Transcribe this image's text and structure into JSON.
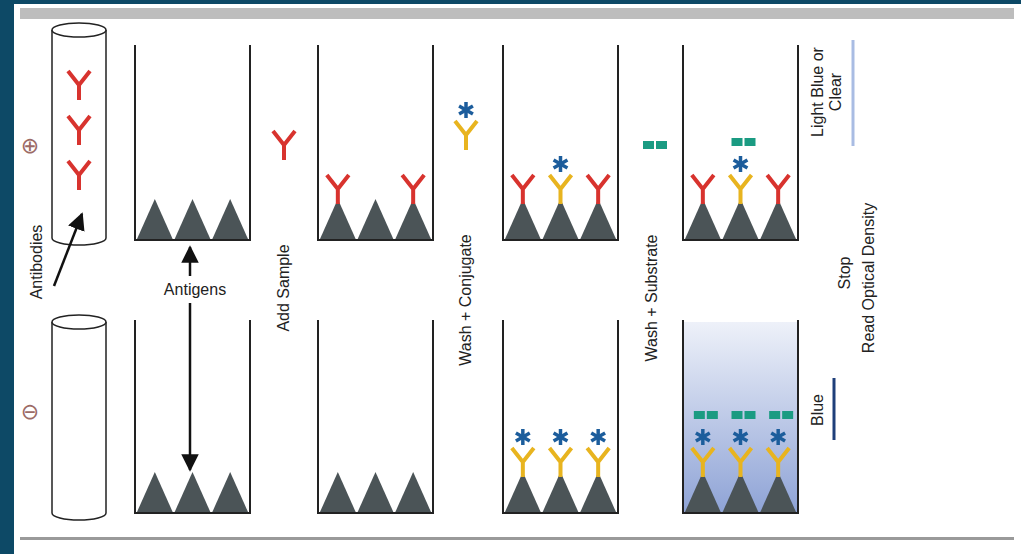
{
  "diagram": {
    "labels": [
      "⊕",
      "Antibodies",
      "⊖",
      "Antigens",
      "Add Sample",
      "Wash + Conjugate",
      "Wash + Substrate",
      "Light Blue or Clear",
      "Stop",
      "Read Optical Density",
      "Blue"
    ]
  }
}
